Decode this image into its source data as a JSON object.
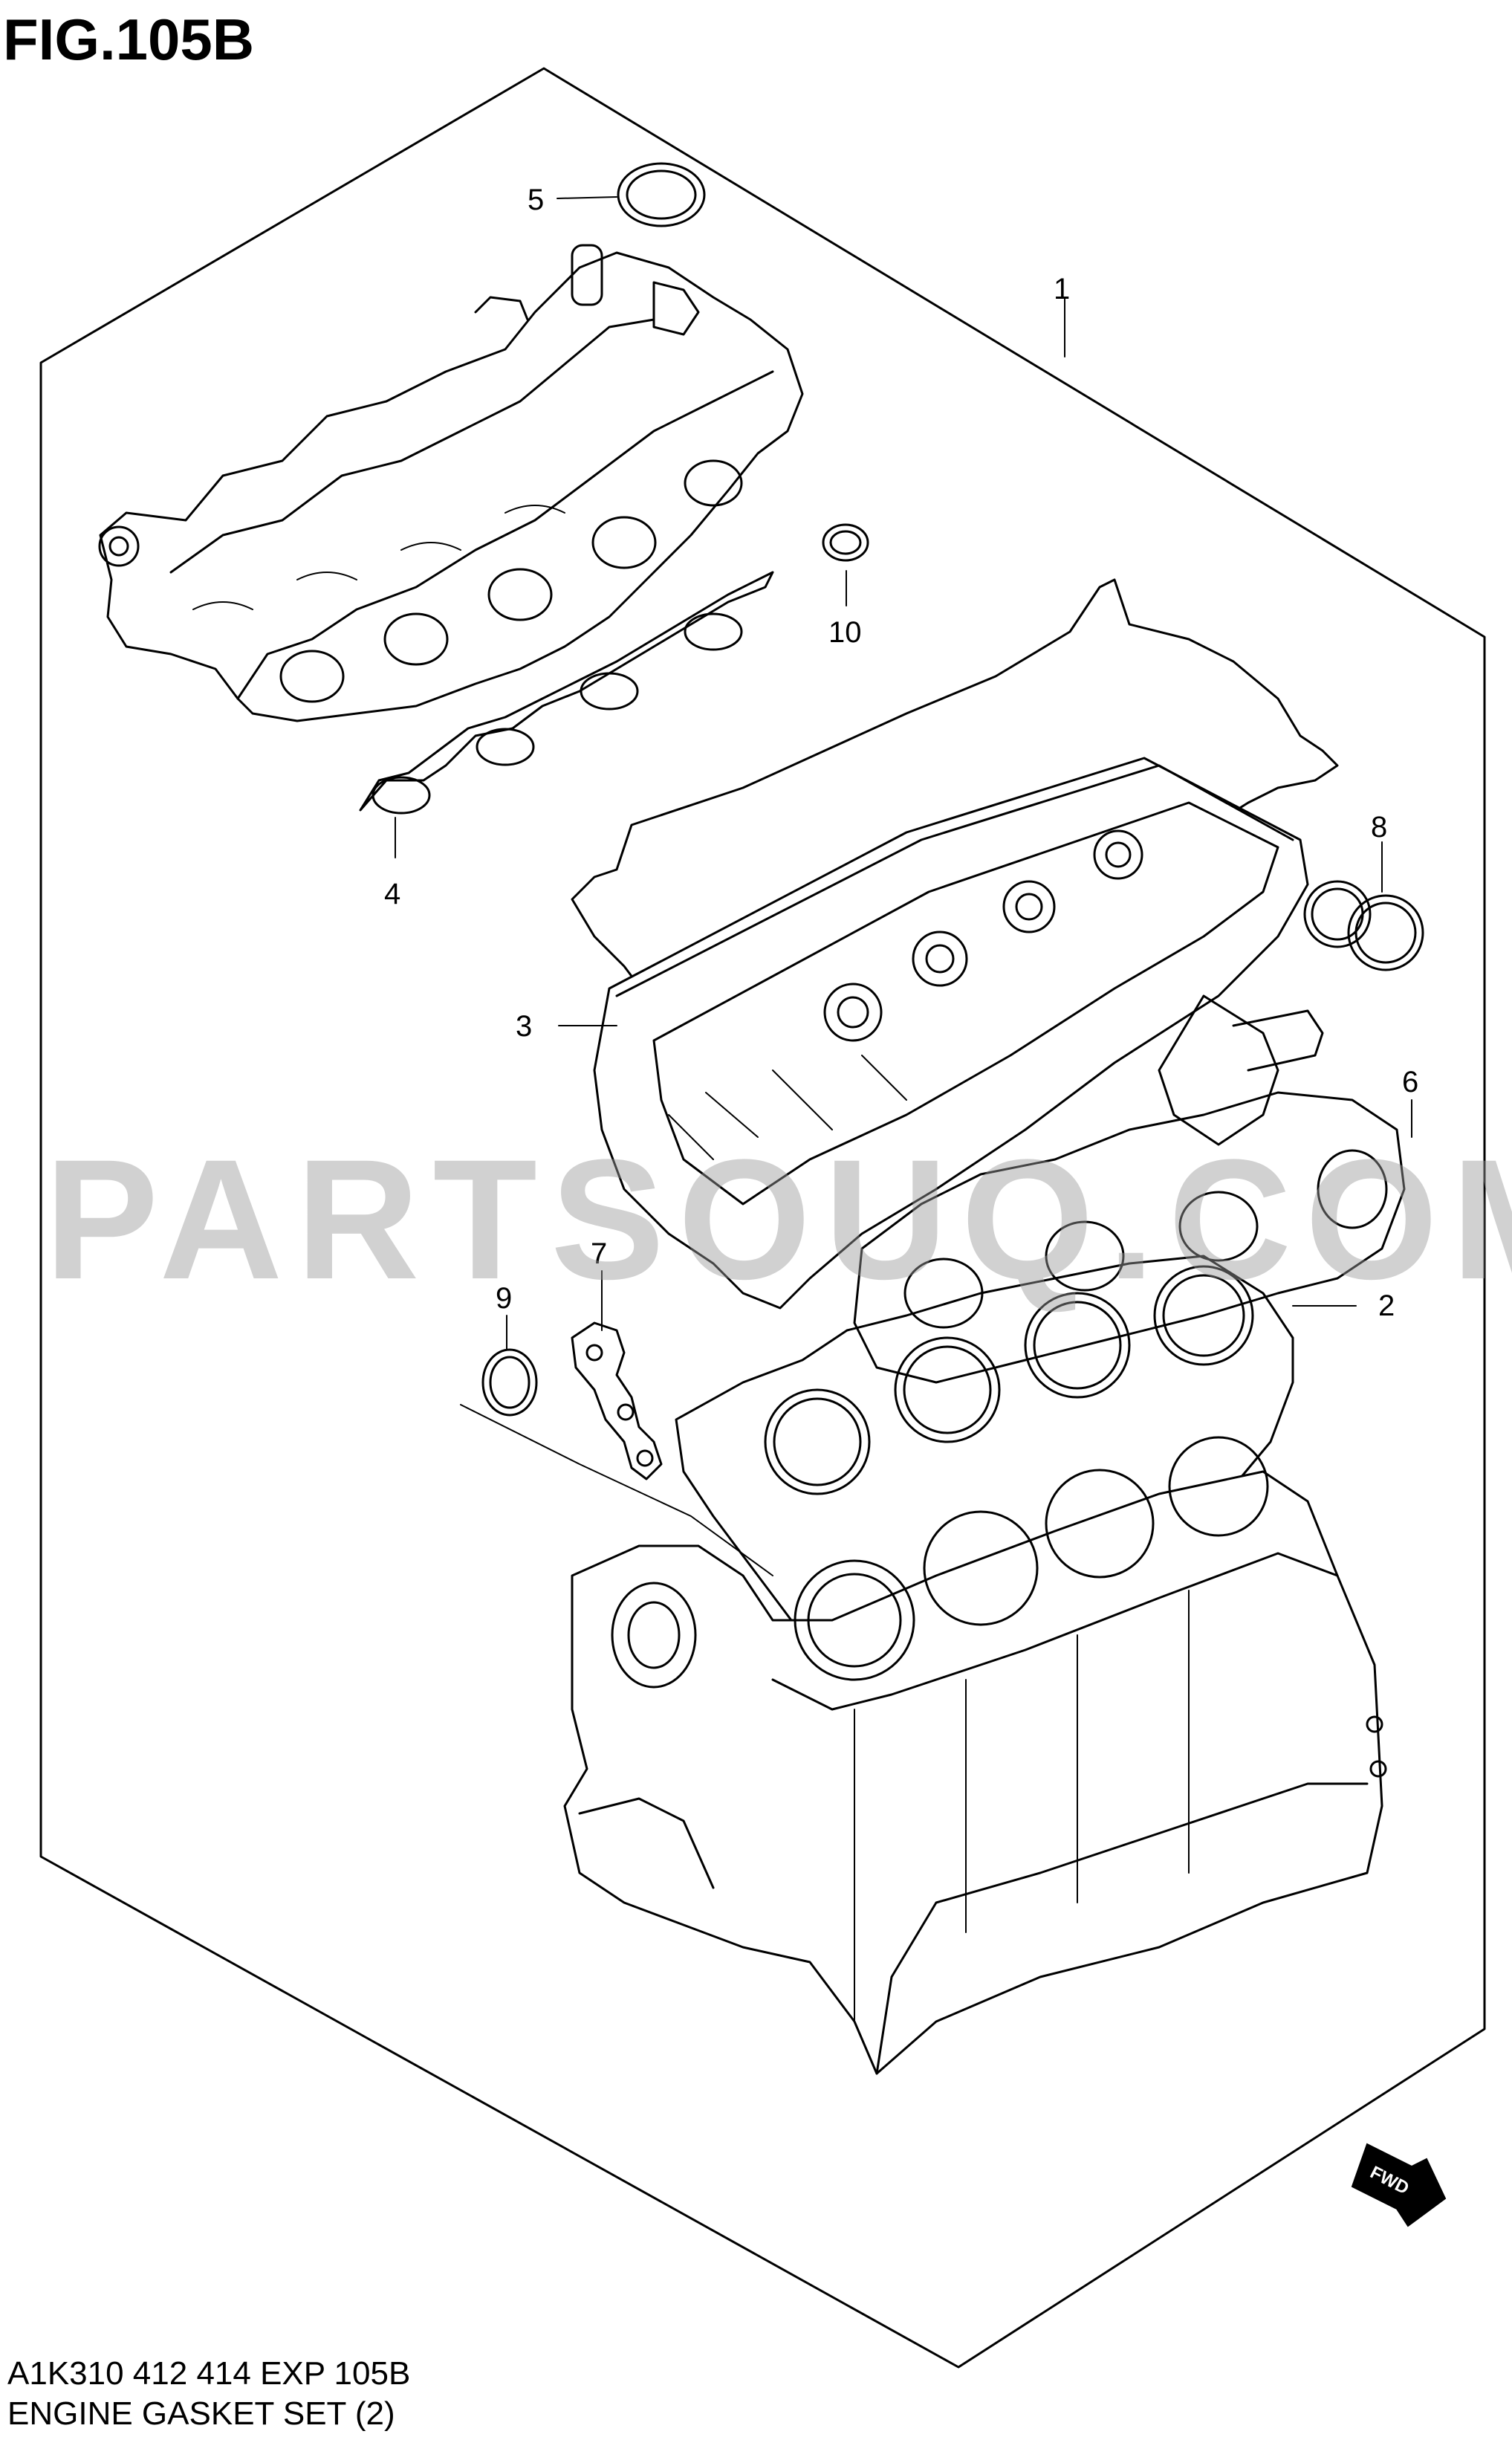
{
  "figure": {
    "title": "FIG.105B",
    "code": "A1K310 412 414 EXP 105B",
    "name": "ENGINE GASKET SET (2)"
  },
  "watermark": "PARTSOUQ.COM",
  "fwd_label": "FWD",
  "callouts": [
    {
      "id": "1",
      "label": "1"
    },
    {
      "id": "2",
      "label": "2"
    },
    {
      "id": "3",
      "label": "3"
    },
    {
      "id": "4",
      "label": "4"
    },
    {
      "id": "5",
      "label": "5"
    },
    {
      "id": "6",
      "label": "6"
    },
    {
      "id": "7",
      "label": "7"
    },
    {
      "id": "8",
      "label": "8"
    },
    {
      "id": "9",
      "label": "9"
    },
    {
      "id": "10",
      "label": "10"
    }
  ]
}
